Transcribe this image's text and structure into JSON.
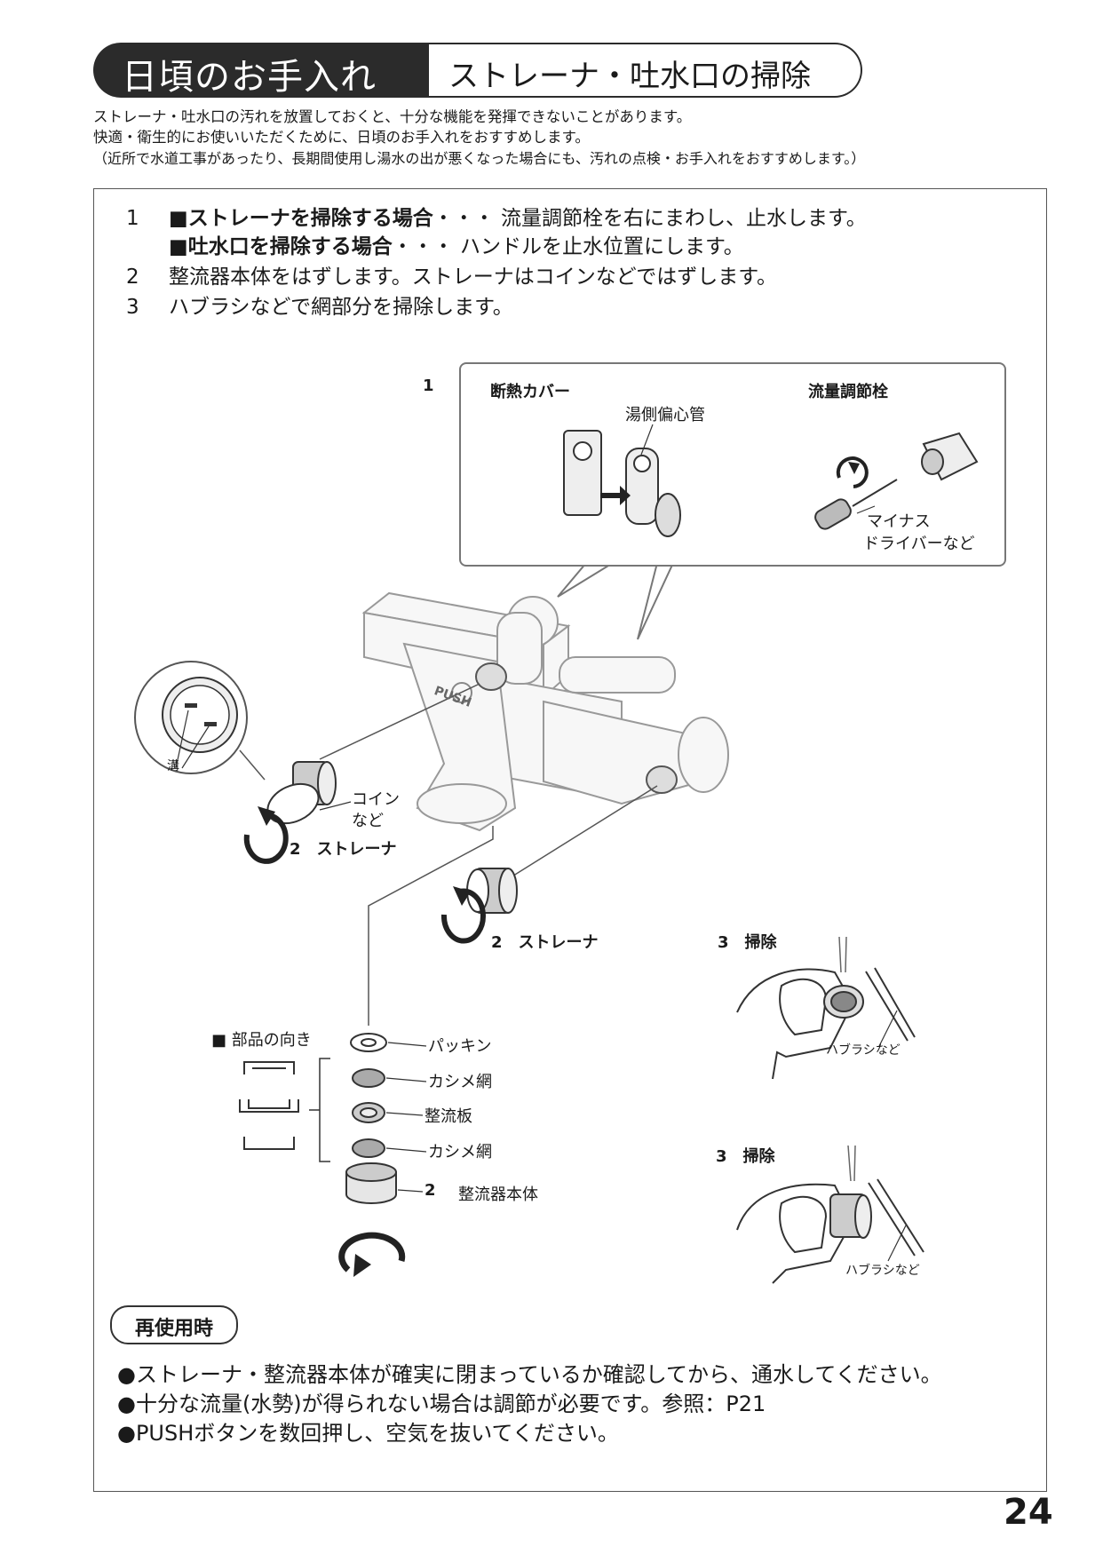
{
  "header": {
    "section_title": "日頃のお手入れ",
    "sub_title": "ストレーナ・吐水口の掃除"
  },
  "intro": {
    "line1": "ストレーナ・吐水口の汚れを放置しておくと、十分な機能を発揮できないことがあります。",
    "line2": "快適・衛生的にお使いいただくために、日頃のお手入れをおすすめします。",
    "line3": "（近所で水道工事があったり、長期間使用し湯水の出が悪くなった場合にも、汚れの点検・お手入れをおすすめします。）"
  },
  "steps": {
    "s1_num": "1",
    "s1a_bold": "■ストレーナを掃除する場合",
    "s1a_text": "・・・ 流量調節栓を右にまわし、止水します。",
    "s1b_bold": "■吐水口を掃除する場合",
    "s1b_text": "・・・ ハンドルを止水位置にします。",
    "s2_num": "2",
    "s2_text": "整流器本体をはずします。ストレーナはコインなどではずします。",
    "s3_num": "3",
    "s3_text": "ハブラシなどで網部分を掃除します。"
  },
  "callout": {
    "num": "1",
    "left_title": "断熱カバー",
    "left_label": "湯側偏心管",
    "right_title": "流量調節栓",
    "right_label_1": "マイナス",
    "right_label_2": "ドライバーなど"
  },
  "figure": {
    "groove": "溝",
    "coin_1": "コイン",
    "coin_2": "など",
    "strainer_a": "2　ストレーナ",
    "strainer_b": "2　ストレーナ",
    "clean_a": "3　掃除",
    "clean_b": "3　掃除",
    "brush_a": "ハブラシなど",
    "brush_b": "ハブラシなど",
    "orientation": "■ 部品の向き",
    "parts": [
      "パッキン",
      "カシメ網",
      "整流板",
      "カシメ網"
    ],
    "rectifier_num": "2",
    "rectifier": "整流器本体",
    "push_label": "PUSH"
  },
  "reuse": {
    "title": "再使用時",
    "items": [
      "●ストレーナ・整流器本体が確実に閉まっているか確認してから、通水してください。",
      "●十分な流量(水勢)が得られない場合は調節が必要です。参照：P21",
      "●PUSHボタンを数回押し、空気を抜いてください。"
    ]
  },
  "page_number": "24"
}
